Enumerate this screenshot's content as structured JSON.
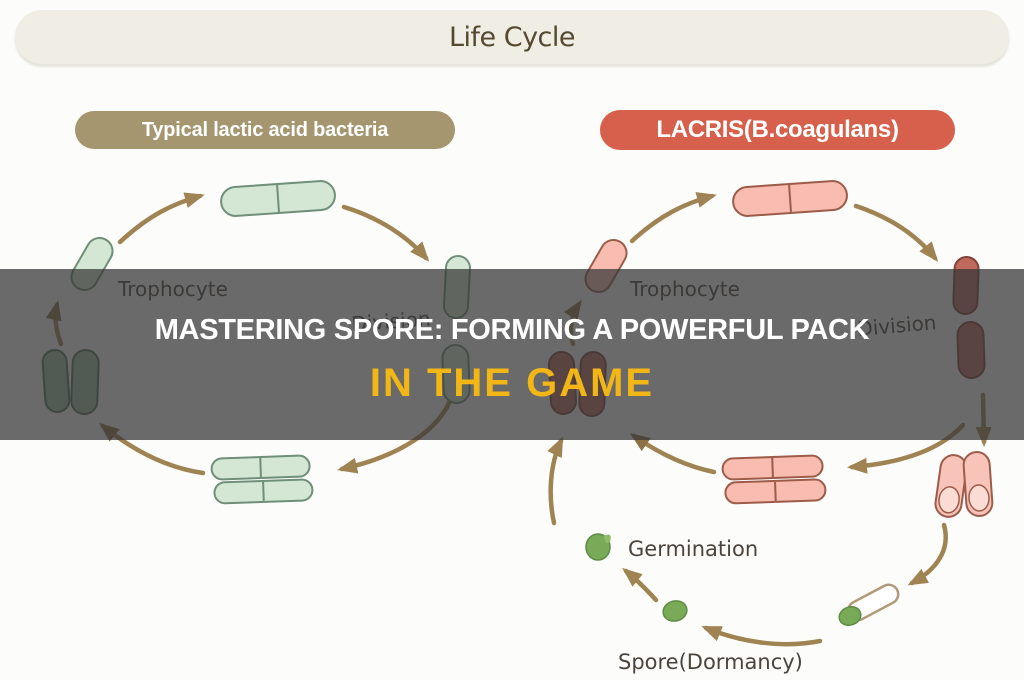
{
  "header": {
    "title": "Life Cycle"
  },
  "overlay_banner": {
    "title_line1": "MASTERING SPORE: FORMING A POWERFUL PACK",
    "title_line2": "IN THE GAME"
  },
  "diagram": {
    "left_cycle": {
      "heading": "Typical lactic acid bacteria",
      "labels": {
        "trophocyte": "Trophocyte",
        "division": "Division"
      }
    },
    "right_cycle": {
      "heading": "LACRIS(B.coagulans)",
      "labels": {
        "trophocyte": "Trophocyte",
        "division": "Division",
        "germination": "Germination",
        "spore_dormancy": "Spore(Dormancy)"
      }
    }
  },
  "colors": {
    "header_bar_bg": "#f0ede5",
    "header_text": "#55492f",
    "left_heading_bg": "#a5966f",
    "right_heading_bg": "#d6604c",
    "heading_text": "#ffffff",
    "banner_overlay": "rgba(55,55,55,0.74)",
    "banner_line1_text": "#ffffff",
    "banner_line2_text": "#f2b616",
    "arrow": "#9f8352",
    "green_cell": "#d3e7d4",
    "green_cell_dark": "#9cbfa3",
    "pink_cell": "#f8bcb0",
    "red_cell_dark": "#bf6a5c",
    "spore_green": "#79aa58",
    "diagram_label_text": "#4a443c"
  }
}
